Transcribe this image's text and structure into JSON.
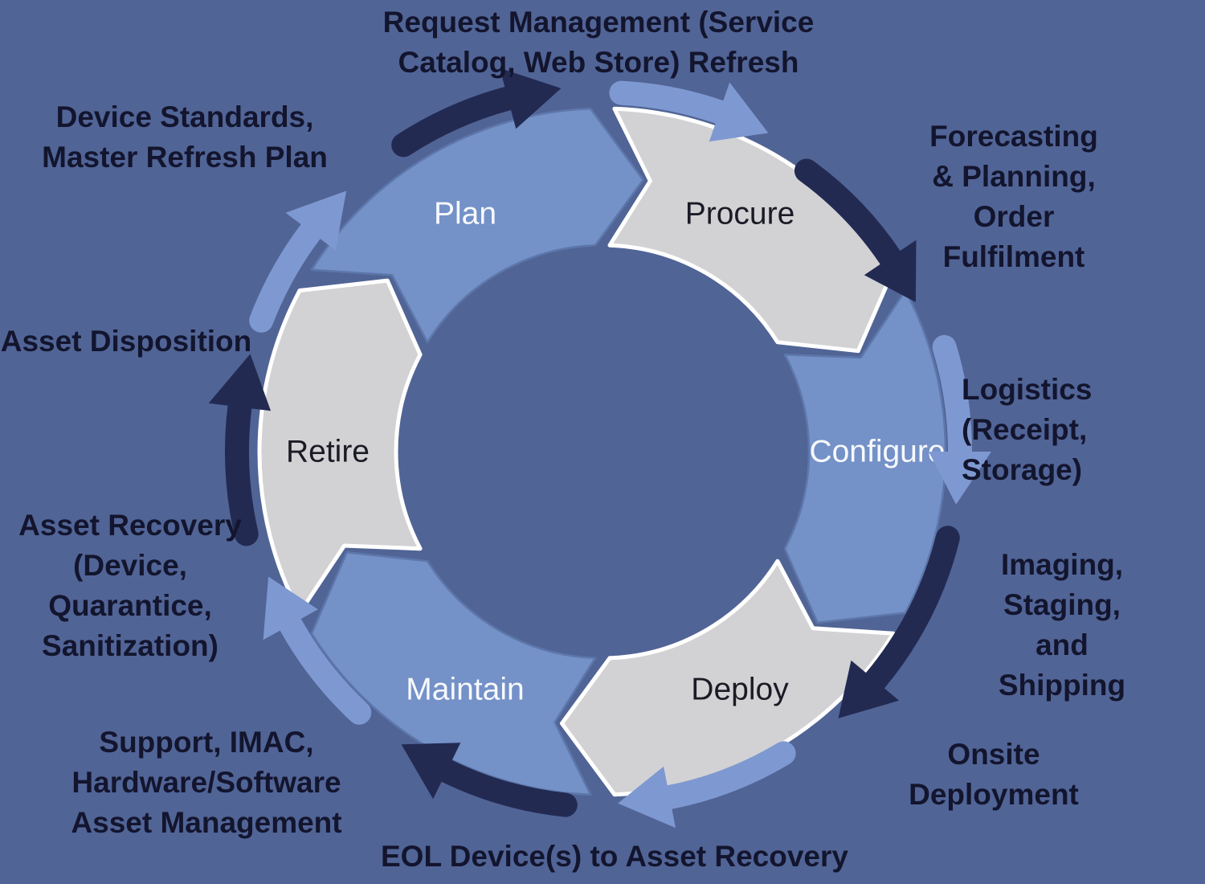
{
  "colors": {
    "background": "#516496",
    "segment_blue": "#7491c8",
    "segment_blue_edge": "#5d77ab",
    "segment_gray": "#d2d2d4",
    "segment_gray_edge": "#ffffff",
    "arrow_dark": "#232a52",
    "arrow_light": "#7e99d1",
    "label_on_blue": "#f7f9fc",
    "label_on_gray": "#1b1b26",
    "annotation_text": "#13152e"
  },
  "cycle": {
    "direction": "clockwise",
    "segments": [
      {
        "label": "Plan",
        "fill": "blue"
      },
      {
        "label": "Procure",
        "fill": "gray"
      },
      {
        "label": "Configure",
        "fill": "blue"
      },
      {
        "label": "Deploy",
        "fill": "gray"
      },
      {
        "label": "Maintain",
        "fill": "blue"
      },
      {
        "label": "Retire",
        "fill": "gray"
      }
    ]
  },
  "annotations": {
    "top": "Request Management (Service\nCatalog, Web Store) Refresh",
    "top_right": "Forecasting & Planning,\nOrder Fulfilment",
    "right": "Logistics\n(Receipt, Storage)",
    "lower_right": "Imaging, Staging,\nand Shipping",
    "bottom_right": "Onsite Deployment",
    "bottom": "EOL Device(s) to Asset Recovery",
    "bottom_left": "Support, IMAC,\nHardware/Software\nAsset Management",
    "left": "Asset Recovery\n(Device,\nQuarantice,\nSanitization)",
    "upper_left": "Asset Disposition",
    "top_left": "Device Standards,\nMaster Refresh Plan"
  }
}
